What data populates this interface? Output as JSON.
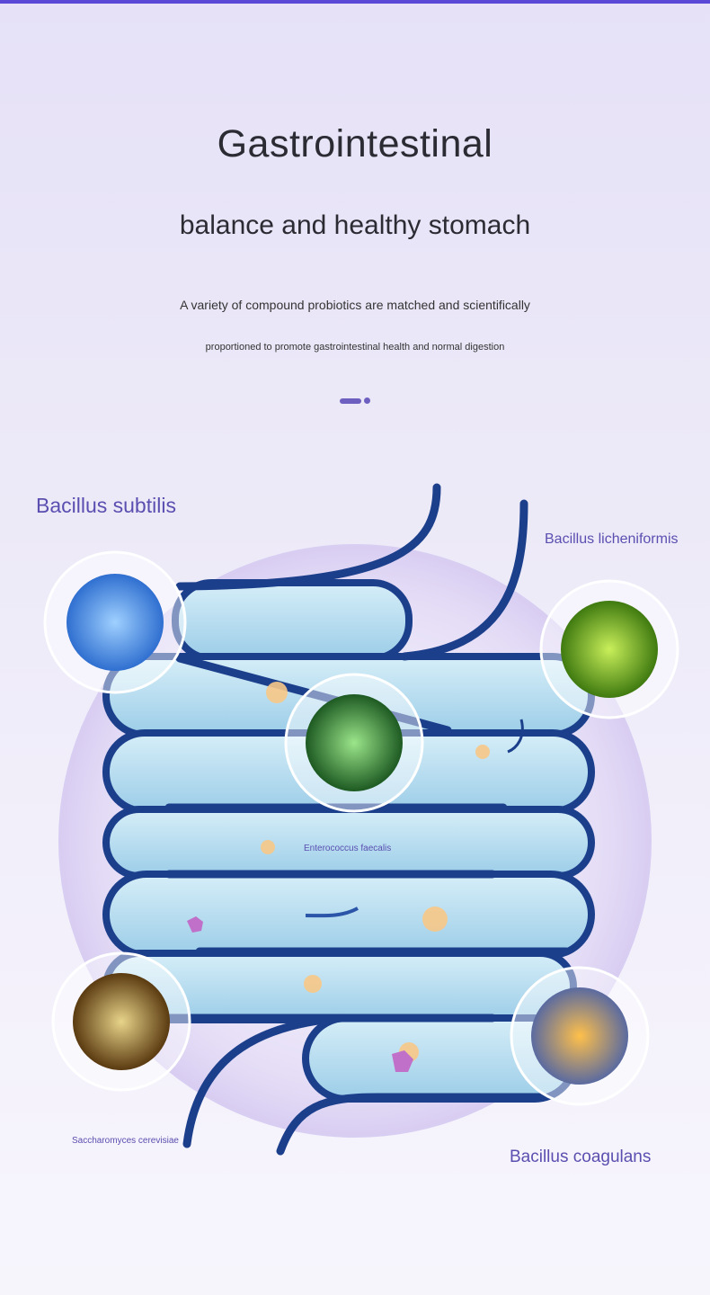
{
  "header": {
    "title": "Gastrointestinal",
    "subtitle": "balance and healthy stomach",
    "description_line1": "A variety of compound probiotics are matched and scientifically",
    "description_line2": "proportioned to promote gastrointestinal health and normal digestion"
  },
  "strains": [
    {
      "name": "Bacillus subtilis",
      "color": "#4a8fe0"
    },
    {
      "name": "Bacillus licheniformis",
      "color": "#9bc42a"
    },
    {
      "name": "Enterococcus faecalis",
      "color": "#5cb04a"
    },
    {
      "name": "Saccharomyces cerevisiae",
      "color": "#c9a94a"
    },
    {
      "name": "Bacillus coagulans",
      "color": "#e8952a"
    }
  ],
  "colors": {
    "accent": "#5b48d6",
    "intestine_outline": "#1c3f8c",
    "intestine_fill": "#b3dbee",
    "label": "#5a4fb0"
  }
}
